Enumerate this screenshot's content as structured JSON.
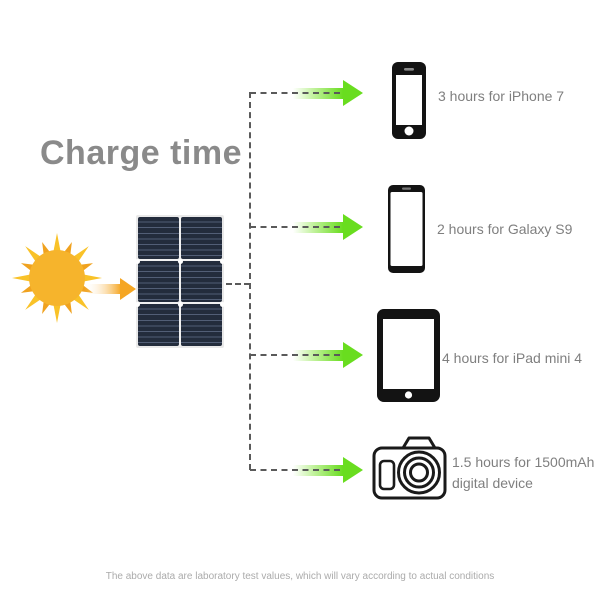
{
  "title": "Charge time",
  "rows": [
    {
      "icon": "iphone-icon",
      "label": "3 hours for iPhone 7"
    },
    {
      "icon": "galaxy-s9-icon",
      "label": "2 hours for Galaxy S9"
    },
    {
      "icon": "ipad-icon",
      "label": "4 hours for iPad mini 4"
    },
    {
      "icon": "camera-icon",
      "label": "1.5 hours for 1500mAh digital device",
      "label_line1": "1.5 hours for 1500mAh",
      "label_line2": "digital device"
    }
  ],
  "footer": "The above data are laboratory test values, which will vary according to actual conditions",
  "colors": {
    "accent_green": "#69dd1f",
    "sun_core": "#f6b42c",
    "sun_ray_light": "#f9c228",
    "sun_ray_dark": "#f0a21f",
    "orange_arrow": "#f5a623",
    "panel_cell": "#232c3c",
    "panel_stripe": "#525e76",
    "connector_gray": "#5a5a5a",
    "title_gray": "#8a8a8a",
    "label_gray": "#7f7f7f",
    "footer_gray": "#ababab",
    "icon_black": "#131313"
  }
}
